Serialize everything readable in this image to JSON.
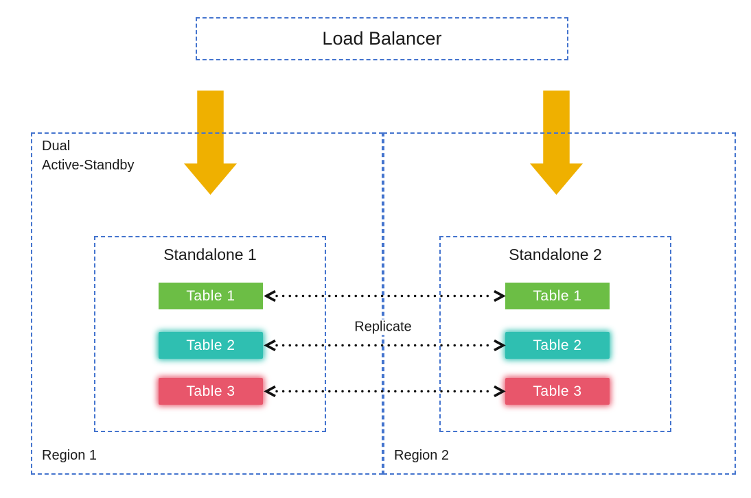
{
  "colors": {
    "border_blue": "#4474CE",
    "arrow_gold": "#EFB000",
    "table_text": "#ffffff",
    "dotted_line": "#111111"
  },
  "load_balancer": {
    "label": "Load Balancer"
  },
  "deployment": {
    "line1": "Dual",
    "line2": "Active-Standby"
  },
  "replicate_label": "Replicate",
  "regions": [
    {
      "label": "Region 1",
      "standalone": {
        "title": "Standalone 1",
        "tables": [
          {
            "label": "Table 1",
            "color": "#6CBE45"
          },
          {
            "label": "Table 2",
            "color": "#2FBFB1"
          },
          {
            "label": "Table 3",
            "color": "#E8566B"
          }
        ]
      }
    },
    {
      "label": "Region 2",
      "standalone": {
        "title": "Standalone 2",
        "tables": [
          {
            "label": "Table 1",
            "color": "#6CBE45"
          },
          {
            "label": "Table 2",
            "color": "#2FBFB1"
          },
          {
            "label": "Table 3",
            "color": "#E8566B"
          }
        ]
      }
    }
  ]
}
